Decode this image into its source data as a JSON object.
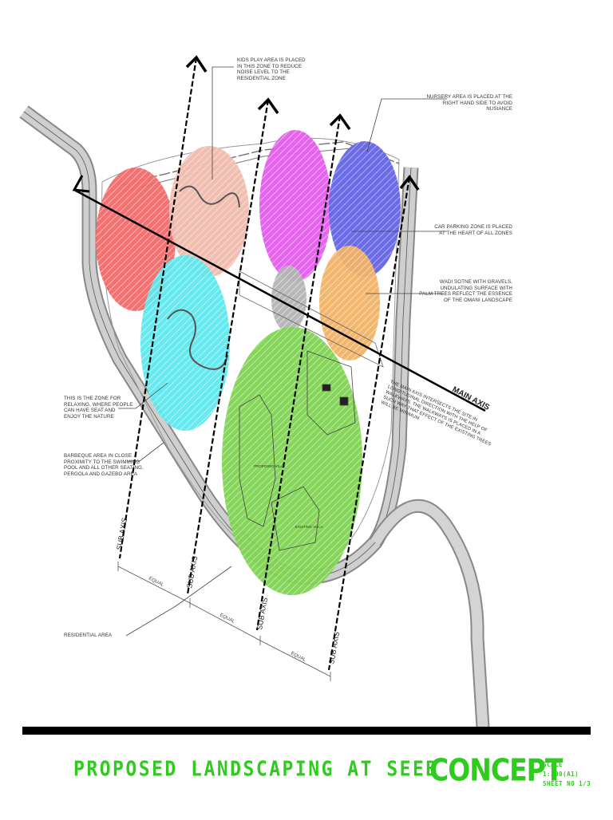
{
  "notes": {
    "kids_play": "KIDS PLAY AREA IS PLACED\nIN THIS ZONE TO REDUCE\nNOISE LEVEL TO THE\nRESIDENTIAL ZONE",
    "nursery": "NURSERY AREA IS PLACED AT THE\nRIGHT HAND SIDE TO AVOID\nNUSIANCE",
    "car_parking": "CAR PARKING ZONE IS PLACED\nAT THE HEART OF ALL ZONES",
    "wadi": "WADI SOTNE WITH GRAVELS,\nUNDULATING SURFACE WITH\nPALM TREES REFLECT THE ESSENCE\nOF THE OMANI LANDSCAPE",
    "relax": "THIS IS THE ZONE FOR\nRELAXING, WHERE PEOPLE\nCAN HAVE SEAT AND\nENJOY THE NATURE",
    "barbeque": "BARBEQUE AREA IN CLOSE\nPROXIMITY TO THE SWIMMING\nPOOL AND ALL OTHER SEATING,\nPERGOLA AND GAZEBO AREA",
    "residential": "RESIDENTIAL AREA",
    "main_axis_note": "THE MAIN AXIS INTERSECTS THE SITE IN\nLONGITUDINAL DIRECTION WITH THE HELP OF\nWALKWAYS. THE WALKWAYS IS PLACED IN A\nSUCH WAY THAT EFFECT OF THE EXISTING TREES\nWILL BE MINIMUM"
  },
  "axes": {
    "main": "MAIN AXIS",
    "sub": "SUB AXIS",
    "equal": "EQUAL"
  },
  "plan_labels": {
    "proposed_villa": "PROPOSED VILLA",
    "existing_villa": "EXISTING VILLA"
  },
  "title": {
    "main": "PROPOSED LANDSCAPING AT SEEB",
    "concept": "CONCEPT",
    "scale": "SCALE 1:300(A1)",
    "sheet": "SHEET NO 1/3"
  },
  "colors": {
    "red_zone": "#f03c3c",
    "peach_zone": "#e8a898",
    "magenta_zone": "#e040e8",
    "blue_zone": "#4040e0",
    "cyan_zone": "#30e0e8",
    "orange_zone": "#f0a040",
    "grey_zone": "#a0a0a0",
    "green_zone": "#60c830",
    "title_green": "#2ecc1d"
  }
}
